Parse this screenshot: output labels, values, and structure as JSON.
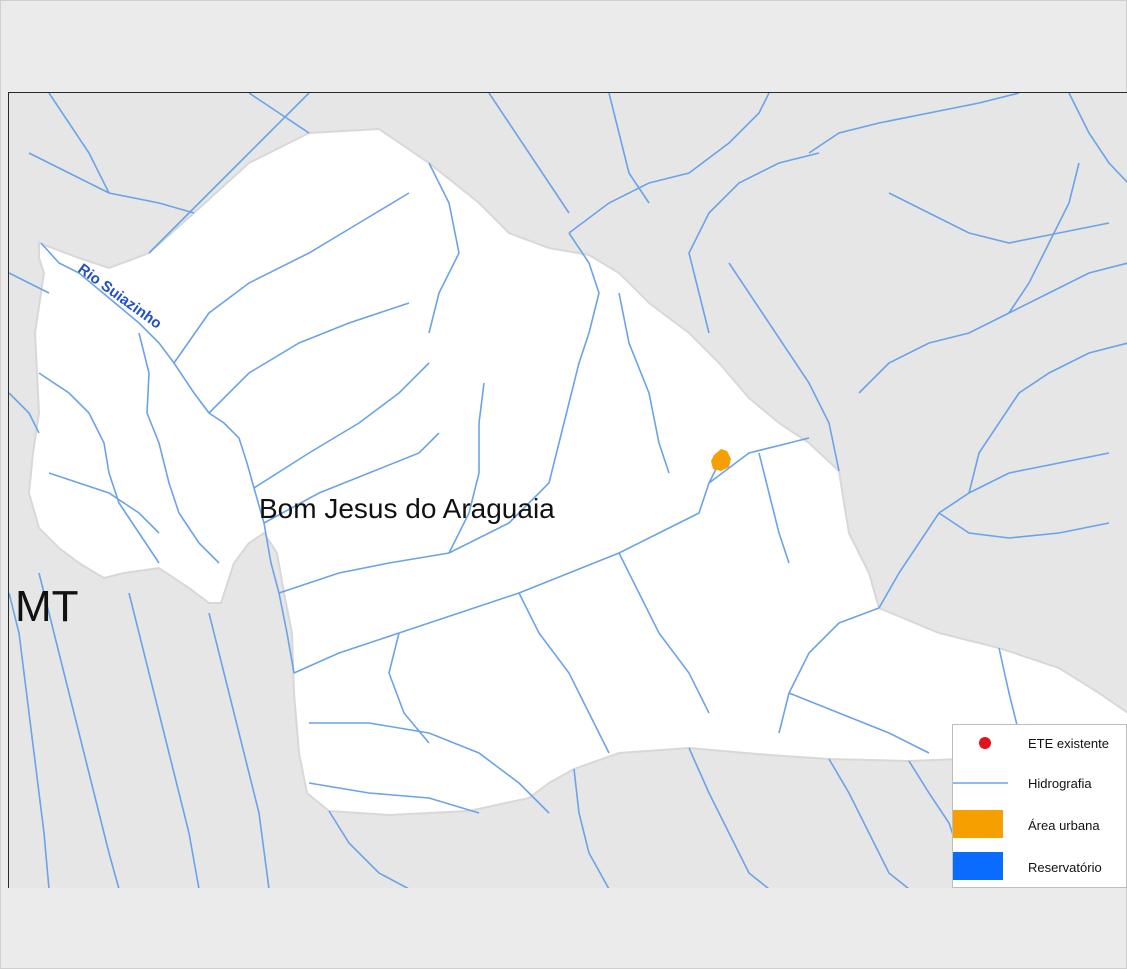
{
  "map": {
    "labels": {
      "municipality": "Bom Jesus do Araguaia",
      "state": "MT",
      "river": "Rio Suiazinho"
    },
    "colors": {
      "background": "#e6e6e6",
      "municipality_fill": "#ffffff",
      "hydrography": "#6aa3e8",
      "urban_area": "#f5a000",
      "ete": "#e0141b",
      "reservoir": "#0a6cff"
    }
  },
  "legend": {
    "items": [
      {
        "label": "ETE existente",
        "symbol": "red-dot"
      },
      {
        "label": "Hidrografia",
        "symbol": "blue-line"
      },
      {
        "label": "Área urbana",
        "symbol": "orange-square"
      },
      {
        "label": "Reservatório",
        "symbol": "blue-square"
      }
    ]
  }
}
